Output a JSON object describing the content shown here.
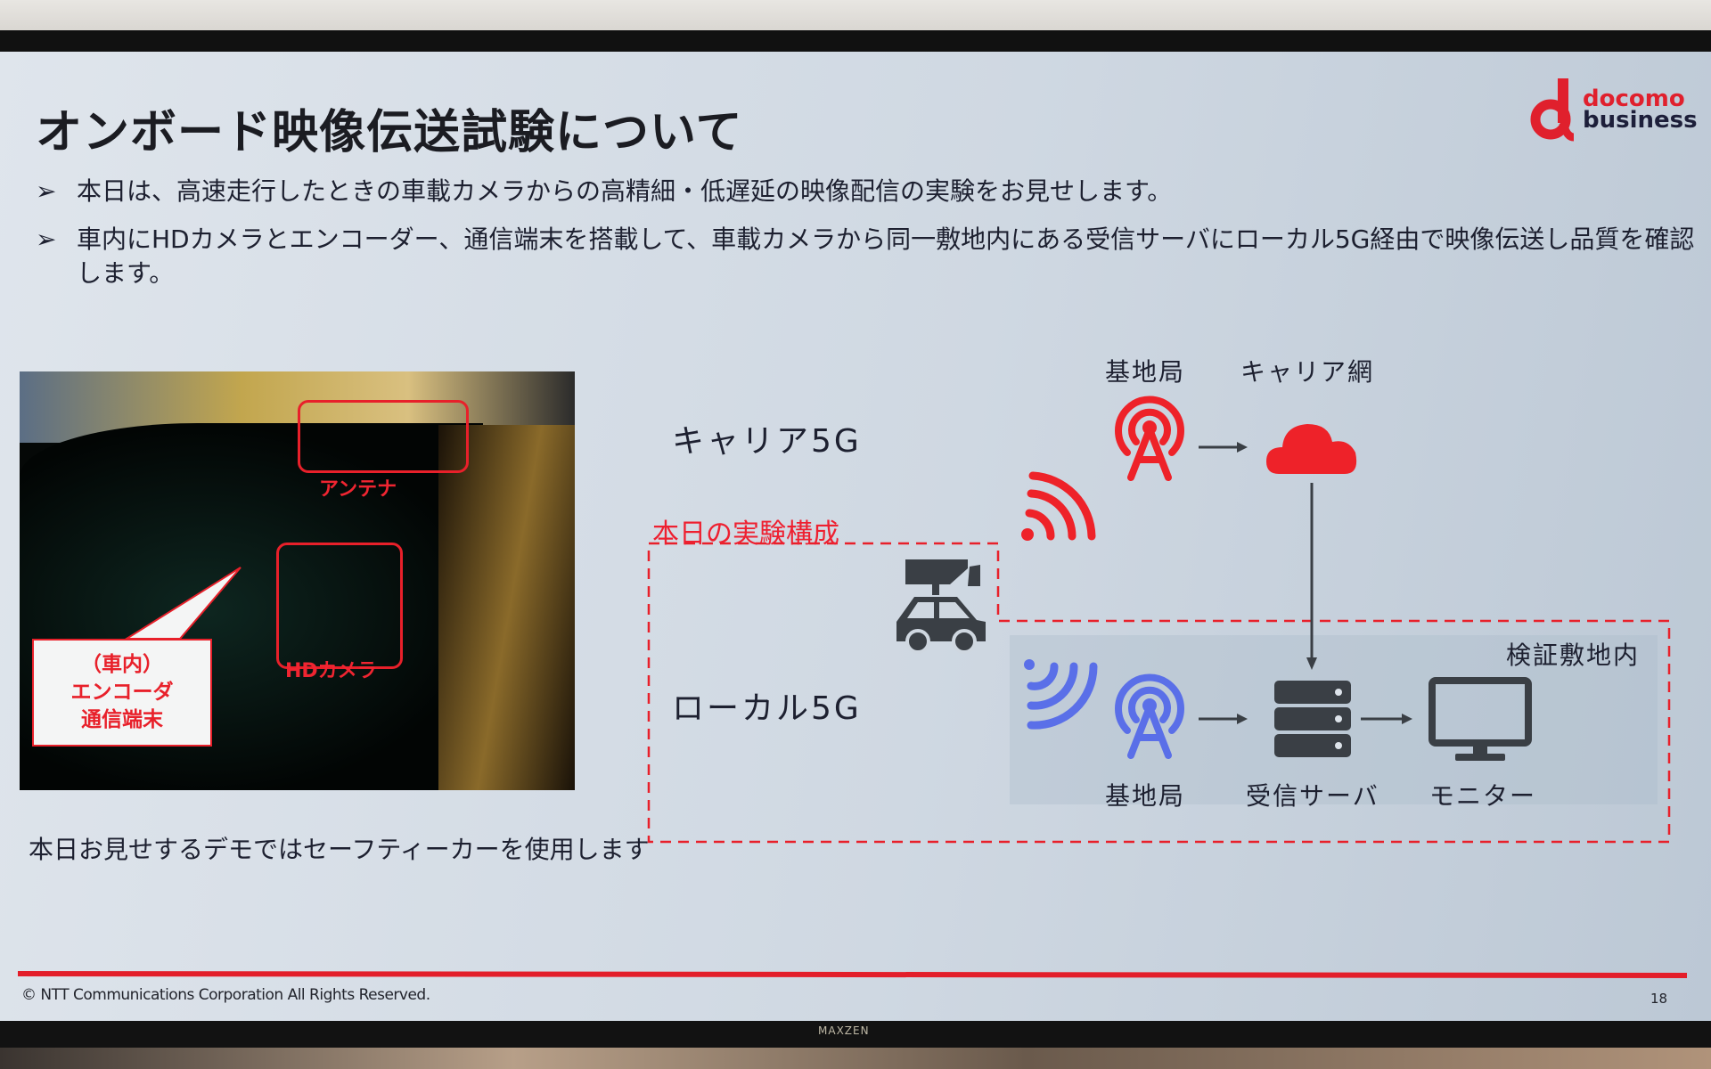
{
  "slide": {
    "title": "オンボード映像伝送試験について",
    "bullets": [
      {
        "marker": "➢",
        "text": "本日は、高速走行したときの車載カメラからの高精細・低遅延の映像配信の実験をお見せします。"
      },
      {
        "marker": "➢",
        "text": "車内にHDカメラとエンコーダー、通信端末を搭載して、車載カメラから同一敷地内にある受信サーバにローカル5G経由で映像伝送し品質を確認します。"
      }
    ],
    "logo": {
      "mark": "d",
      "line1": "docomo",
      "line2": "business"
    },
    "photo": {
      "labels": {
        "antenna": "アンテナ",
        "hd_camera": "HDカメラ",
        "callout_lines": [
          "（車内）",
          "エンコーダ",
          "通信端末"
        ]
      }
    },
    "caption": "本日お見せするデモではセーフティーカーを使用します",
    "diagram": {
      "carrier_5g": "キャリア5G",
      "local_5g": "ローカル5G",
      "today_config": "本日の実験構成",
      "carrier_base_station": "基地局",
      "carrier_network": "キャリア網",
      "verification_site": "検証敷地内",
      "local_base_station": "基地局",
      "receiver_server": "受信サーバ",
      "monitor": "モニター",
      "colors": {
        "carrier": "#ee2229",
        "local": "#5a6fe8",
        "device": "#3a3f45",
        "dashed": "#e8202a"
      }
    },
    "footer": {
      "copyright": "© NTT Communications Corporation All Rights Reserved.",
      "page_number": "18",
      "accent": "#e31e2a"
    }
  },
  "monitor_brand": "MAXZEN"
}
